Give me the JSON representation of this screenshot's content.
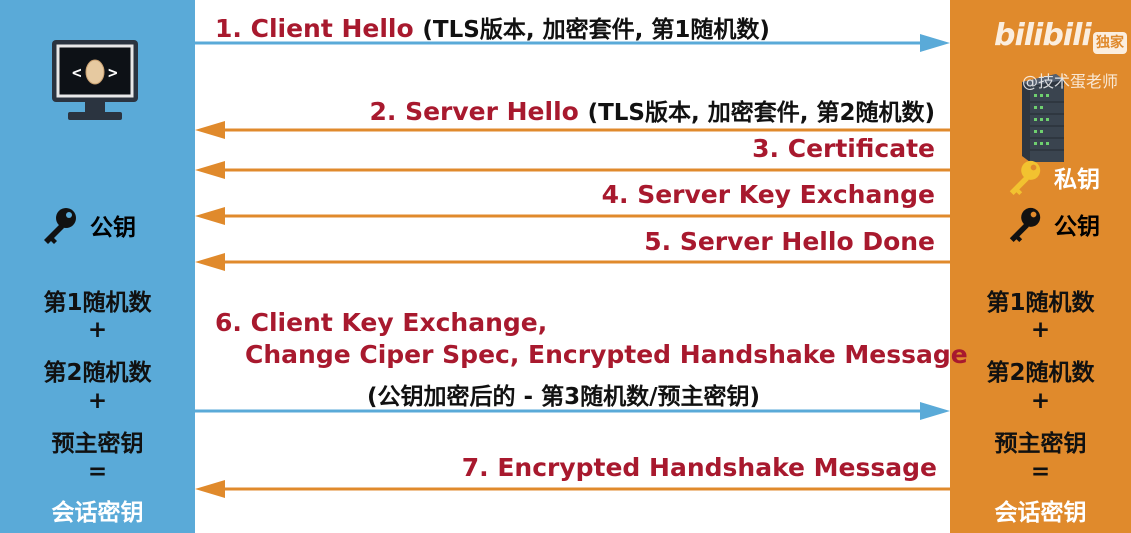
{
  "messages": [
    {
      "label": "1. Client Hello",
      "paren": "(TLS版本, 加密套件, 第1随机数)"
    },
    {
      "label": "2. Server Hello",
      "paren": "(TLS版本, 加密套件, 第2随机数)"
    },
    {
      "label": "3. Certificate"
    },
    {
      "label": "4. Server Key Exchange"
    },
    {
      "label": "5. Server Hello Done"
    },
    {
      "label": "6. Client Key Exchange,",
      "line2": "Change Ciper Spec,  Encrypted Handshake Message",
      "sub": "(公钥加密后的 - 第3随机数/预主密钥)"
    },
    {
      "label": "7. Encrypted Handshake Message"
    }
  ],
  "client": {
    "public_key": "公钥",
    "random1": "第1随机数",
    "plus1": "+",
    "random2": "第2随机数",
    "plus2": "+",
    "premaster": "预主密钥",
    "equals": "=",
    "session_key": "会话密钥"
  },
  "server": {
    "private_key": "私钥",
    "public_key": "公钥",
    "random1": "第1随机数",
    "plus1": "+",
    "random2": "第2随机数",
    "plus2": "+",
    "premaster": "预主密钥",
    "equals": "=",
    "session_key": "会话密钥"
  },
  "watermark": {
    "logo": "bilibili",
    "badge": "独家",
    "author": "@技术蛋老师"
  },
  "colors": {
    "client_panel": "#5aaad8",
    "server_panel": "#e08a2c",
    "to_server_arrow": "#5aaad8",
    "to_client_arrow": "#e08a2c",
    "message_text": "#a8192e"
  },
  "icons": [
    "monitor-icon",
    "server-icon",
    "key-icon"
  ]
}
